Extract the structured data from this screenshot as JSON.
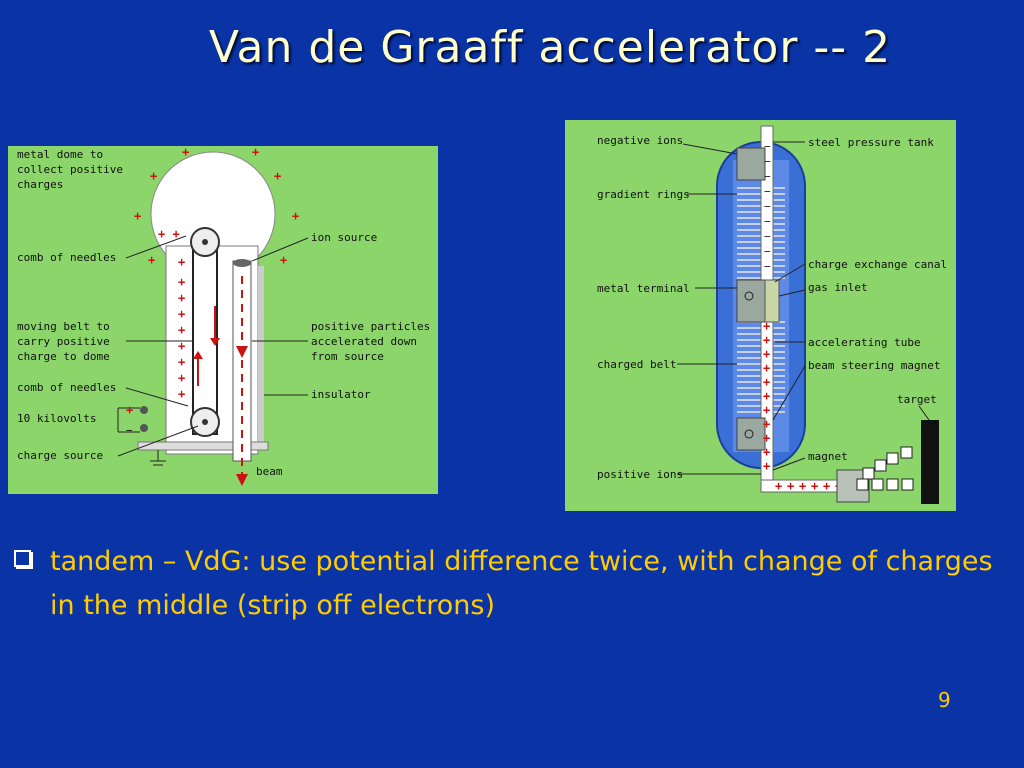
{
  "slide": {
    "title": "Van de Graaff accelerator -- 2",
    "bullet": "tandem – VdG:  use potential difference twice, with change of charges in the middle (strip off electrons)",
    "page_number": "9"
  },
  "left_diagram": {
    "labels": {
      "dome": [
        "metal dome to",
        "collect positive",
        "charges"
      ],
      "comb_top": "comb of needles",
      "belt": [
        "moving belt to",
        "carry positive",
        "charge to dome"
      ],
      "comb_bottom": "comb of needles",
      "voltage": "10 kilovolts",
      "charge_source": "charge source",
      "ion_source": "ion source",
      "particles": [
        "positive particles",
        "accelerated down",
        "from source"
      ],
      "insulator": "insulator",
      "beam": "beam"
    }
  },
  "right_diagram": {
    "labels": {
      "negative_ions": "negative ions",
      "gradient_rings": "gradient rings",
      "metal_terminal": "metal terminal",
      "charged_belt": "charged belt",
      "positive_ions": "positive ions",
      "steel_tank": "steel pressure tank",
      "charge_exchange": "charge exchange canal",
      "gas_inlet": "gas inlet",
      "accelerating_tube": "accelerating tube",
      "beam_steering": "beam steering magnet",
      "target": "target",
      "magnet": "magnet"
    }
  },
  "colors": {
    "background": "#0a33a6",
    "title": "#ffffcc",
    "bullet_text": "#ffcc00",
    "diagram_bg": "#8cd56a",
    "tank": "#3a6fd6"
  }
}
